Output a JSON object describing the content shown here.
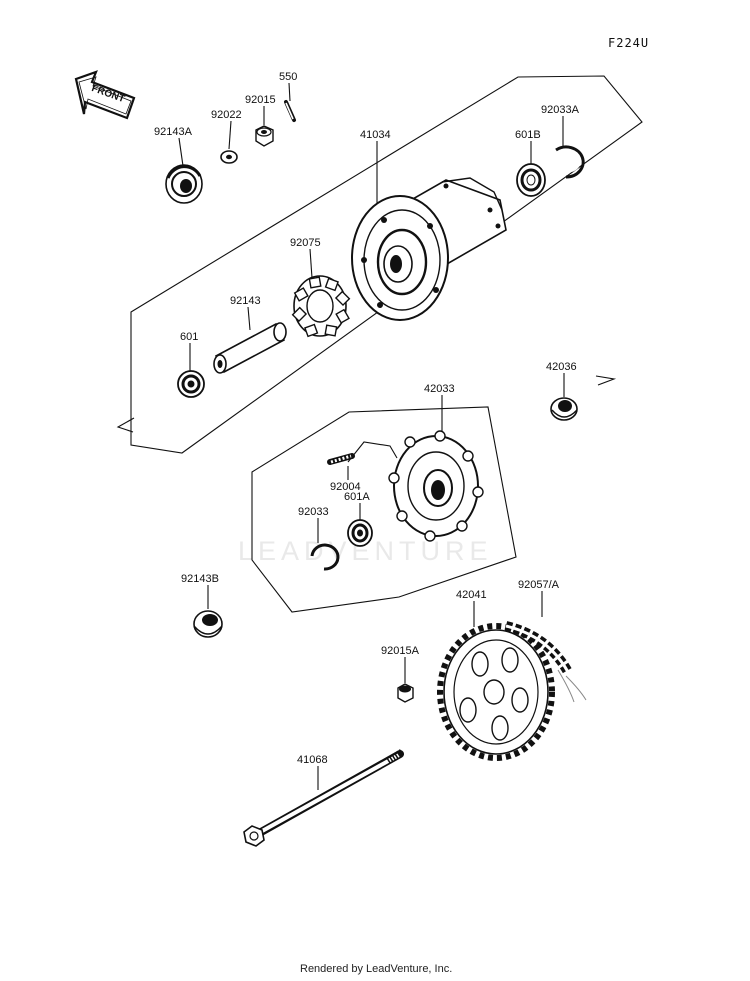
{
  "corner_code": "F224U",
  "direction_label": "FRONT",
  "watermark": "LEADVENTURE",
  "footer": "Rendered by LeadVenture, Inc.",
  "parts": {
    "p550": "550",
    "p92015": "92015",
    "p92022": "92022",
    "p92143A": "92143A",
    "p41034": "41034",
    "p601B": "601B",
    "p92033A": "92033A",
    "p92075": "92075",
    "p92143": "92143",
    "p601": "601",
    "p42036": "42036",
    "p42033": "42033",
    "p92004": "92004",
    "p601A": "601A",
    "p92033": "92033",
    "p92143B": "92143B",
    "p42041": "42041",
    "p92057A": "92057/A",
    "p92015A": "92015A",
    "p41068": "41068"
  }
}
